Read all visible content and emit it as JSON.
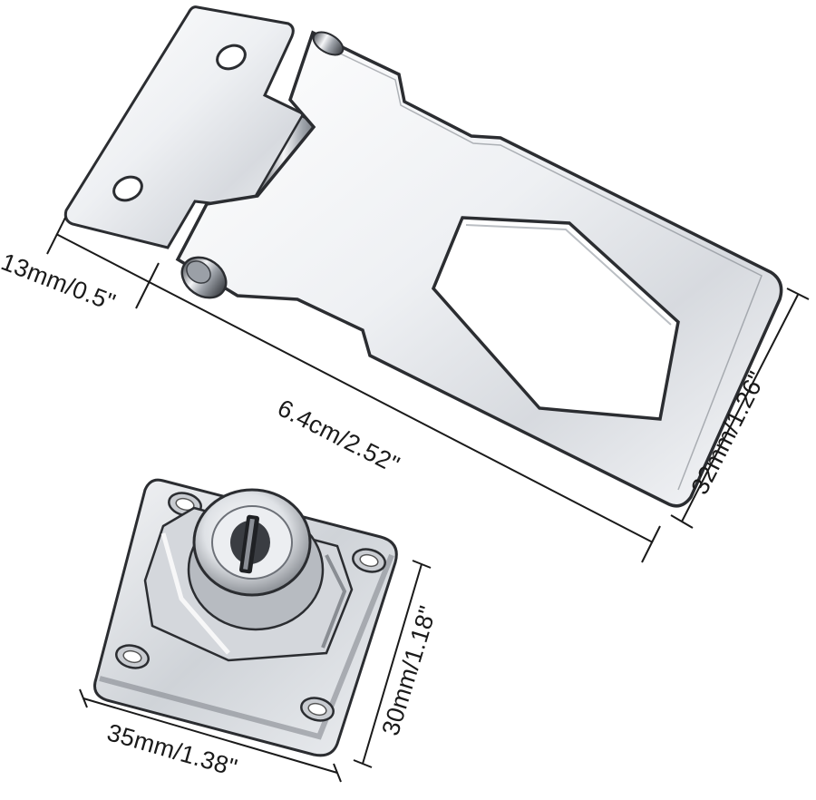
{
  "dimensions": {
    "hasp_short_width": "13mm/0.5\"",
    "hasp_length": "6.4cm/2.52\"",
    "hasp_width": "32mm/1.26\"",
    "lock_height": "30mm/1.18\"",
    "lock_width": "35mm/1.38\""
  },
  "colors": {
    "dimension_line": "#1a1a1a",
    "metal_light": "#f4f5f7",
    "metal_dark": "#4a4d52",
    "outline": "#2b2d31"
  }
}
